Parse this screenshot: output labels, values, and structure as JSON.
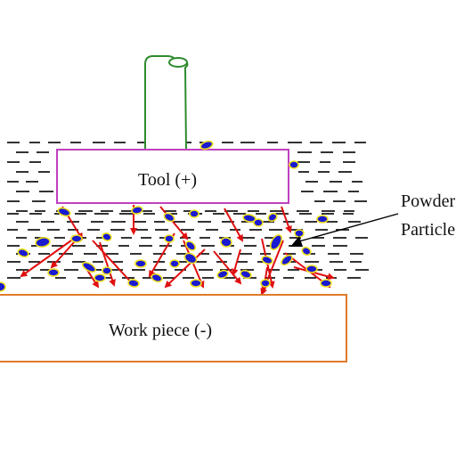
{
  "diagram": {
    "tool_label": "Tool (+)",
    "workpiece_label": "Work piece (-)",
    "callout_label_line1": "Powder",
    "callout_label_line2": "Particle",
    "colors": {
      "tool_border": "#c040c0",
      "workpiece_border": "#e07a2a",
      "electrode_rod": "#2e8b2e",
      "particle_fill": "#1a1ad0",
      "particle_outline": "#f0e020",
      "spark_arrow": "#e01010",
      "dielectric_dash": "#000000"
    },
    "icons": [
      "electrode-rod-icon",
      "powder-particle-icon",
      "spark-arrow-icon"
    ]
  }
}
